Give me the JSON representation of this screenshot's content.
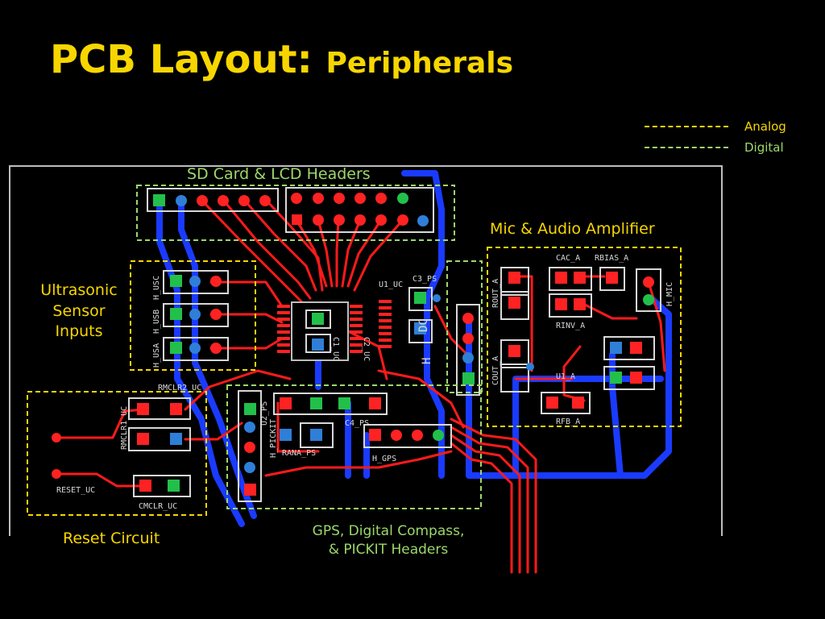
{
  "slide": {
    "title_main": "PCB Layout:",
    "title_sub": "Peripherals"
  },
  "legend": [
    {
      "label": "Analog",
      "color": "#f7d600"
    },
    {
      "label": "Digital",
      "color": "#9cd86a"
    }
  ],
  "colors": {
    "title": "#f7d600",
    "analog_label": "#f7d600",
    "digital_label": "#9cd86a",
    "trace_top": "#ff1a1a",
    "trace_bottom": "#1a3bff",
    "pad_square": "#22c04a",
    "pad_via": "#2f7fd8",
    "pad_round": "#ff2222",
    "board_outline": "#bdbdbd"
  },
  "regions": {
    "sd_lcd": "SD Card & LCD Headers",
    "mic_audio": "Mic & Audio Amplifier",
    "ultrasonic": "Ultrasonic\nSensor\nInputs",
    "reset": "Reset Circuit",
    "gps": "GPS, Digital Compass,\n& PICKIT Headers"
  },
  "silkscreen": {
    "h_usc": "H_USC",
    "h_usb": "H_USB",
    "h_usa": "H_USA",
    "u1_uc": "U1_UC",
    "c3_ps": "C3_PS",
    "dc": "DC",
    "h": "H",
    "cac_a": "CAC_A",
    "rbias_a": "RBIAS_A",
    "rout_a": "ROUT_A",
    "rinv_a": "RINV_A",
    "h_mic": "H_MIC",
    "cout_a": "COUT_A",
    "u1_a": "U1_A",
    "rfb_a": "RFB_A",
    "rmclr2_uc": "RMCLR2_UC",
    "rmclr1_uc": "RMCLR1_UC",
    "reset_uc": "RESET_UC",
    "cmclr_uc": "CMCLR_UC",
    "c4_ps": "C4_PS",
    "rana_ps": "RANA_PS",
    "h_gps": "H_GPS",
    "h_pickit": "H_PICKIT",
    "u2_ps": "U2_PS",
    "c1_uc": "C1_UC",
    "c2_uc": "C2_UC"
  }
}
